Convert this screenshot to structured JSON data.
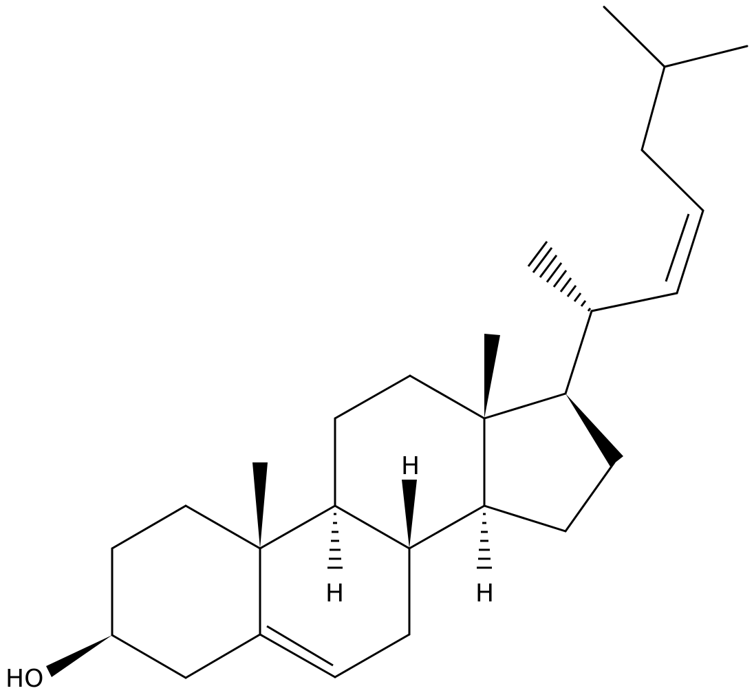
{
  "structure": {
    "labels": {
      "hydroxyl": "HO",
      "h_c9": "H",
      "h_c8": "H",
      "h_c14": "H"
    },
    "line_color": "#000000",
    "background": "#ffffff"
  }
}
